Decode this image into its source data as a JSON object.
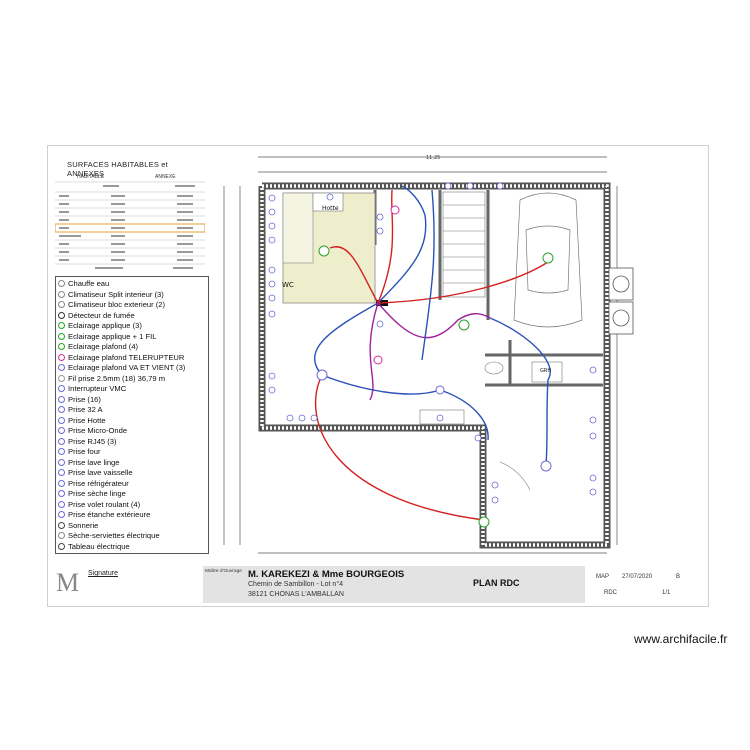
{
  "surfaces": {
    "title": "SURFACES HABITABLES et ANNEXES",
    "col_habitable": "HABITABLE",
    "col_annexe": "ANNEXE"
  },
  "legend": {
    "items": [
      {
        "icon": "water-heater-icon",
        "label": "Chauffe eau",
        "color": "#888888"
      },
      {
        "icon": "split-ac-indoor-icon",
        "label": "Climatiseur Split interieur (3)",
        "color": "#888888"
      },
      {
        "icon": "split-ac-outdoor-icon",
        "label": "Climatiseur bloc exterieur (2)",
        "color": "#888888"
      },
      {
        "icon": "smoke-detector-icon",
        "label": "Détecteur de fumée",
        "color": "#333333"
      },
      {
        "icon": "wall-light-icon",
        "label": "Eclairage applique (3)",
        "color": "#2ca02c"
      },
      {
        "icon": "wall-light-1-wire-icon",
        "label": "Eclairage applique + 1 FIL",
        "color": "#2ca02c"
      },
      {
        "icon": "ceiling-light-icon",
        "label": "Eclairage plafond (4)",
        "color": "#2ca02c"
      },
      {
        "icon": "ceiling-light-relay-icon",
        "label": "Eclairage plafond TELERUPTEUR",
        "color": "#d62aa0"
      },
      {
        "icon": "ceiling-light-two-way-icon",
        "label": "Eclairage plafond VA ET VIENT (3)",
        "color": "#6b6bd6"
      },
      {
        "icon": "wire-icon",
        "label": "Fil prise 2.5mm (18) 36,79 m",
        "color": "#ffffff"
      },
      {
        "icon": "vmc-switch-icon",
        "label": "Interrupteur VMC",
        "color": "#6b6bd6"
      },
      {
        "icon": "outlet-icon",
        "label": "Prise (16)",
        "color": "#6b6bd6"
      },
      {
        "icon": "outlet-32a-icon",
        "label": "Prise 32 A",
        "color": "#6b6bd6"
      },
      {
        "icon": "outlet-hood-icon",
        "label": "Prise Hotte",
        "color": "#6b6bd6"
      },
      {
        "icon": "outlet-microwave-icon",
        "label": "Prise Micro-Onde",
        "color": "#6b6bd6"
      },
      {
        "icon": "outlet-rj45-icon",
        "label": "Prise RJ45 (3)",
        "color": "#6b6bd6"
      },
      {
        "icon": "outlet-oven-icon",
        "label": "Prise four",
        "color": "#6b6bd6"
      },
      {
        "icon": "outlet-washer-icon",
        "label": "Prise lave linge",
        "color": "#6b6bd6"
      },
      {
        "icon": "outlet-dishwasher-icon",
        "label": "Prise lave vaisselle",
        "color": "#6b6bd6"
      },
      {
        "icon": "outlet-fridge-icon",
        "label": "Prise réfrigérateur",
        "color": "#6b6bd6"
      },
      {
        "icon": "outlet-dryer-icon",
        "label": "Prise sèche linge",
        "color": "#6b6bd6"
      },
      {
        "icon": "outlet-shutter-icon",
        "label": "Prise volet roulant (4)",
        "color": "#6b6bd6"
      },
      {
        "icon": "outlet-outdoor-icon",
        "label": "Prise étanche extérieure",
        "color": "#6b6bd6"
      },
      {
        "icon": "bell-icon",
        "label": "Sonnerie",
        "color": "#444444"
      },
      {
        "icon": "towel-dryer-icon",
        "label": "Sèche-serviettes électrique",
        "color": "#888888"
      },
      {
        "icon": "electrical-panel-icon",
        "label": "Tableau électrique",
        "color": "#444444"
      }
    ]
  },
  "plan": {
    "room_hotte": "Hotte",
    "room_wc": "WC",
    "room_grh": "GRH",
    "dimension_top": "11,25"
  },
  "title_block": {
    "signature_label": "Signature",
    "owner_prefix": "Maître d'Ouvrage",
    "owner_name": "M. KAREKEZI & Mme BOURGEOIS",
    "address_line1": "Chemin de Sambillon - Lot n°4",
    "address_line2": "38121 CHONAS L'AMBALLAN",
    "plan_title": "PLAN RDC",
    "author": "MAP",
    "date": "27/07/2020",
    "revision": "B",
    "level": "RDC",
    "page": "1/1"
  },
  "watermark": "www.archifacile.fr",
  "colors": {
    "wire_red": "#d42020",
    "wire_blue": "#2a52b8",
    "wire_magenta": "#a020a0",
    "light_green": "#2ca02c",
    "wall": "#555555",
    "kitchen_fill": "#eeeecc"
  }
}
